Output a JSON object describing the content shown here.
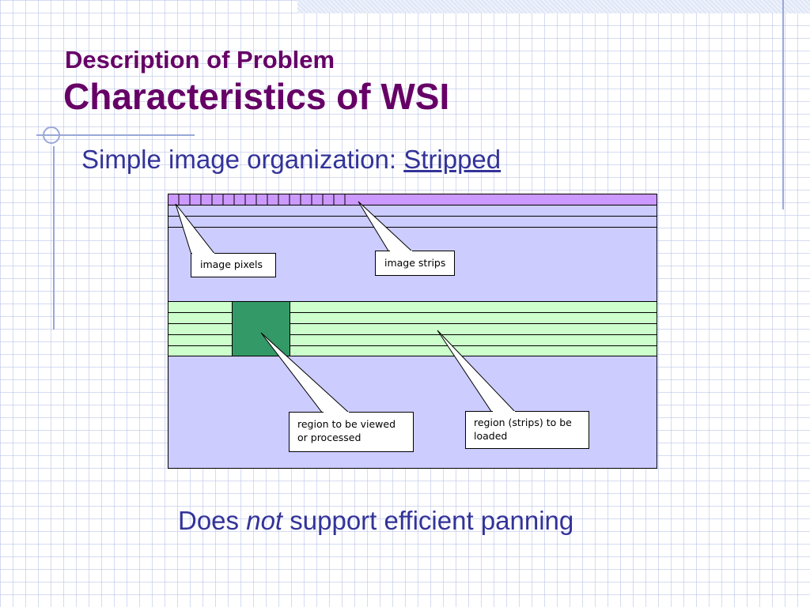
{
  "slide": {
    "title_line1": "Description of Problem",
    "title_line2": "Characteristics of WSI",
    "bullet_prefix": "Simple image organization: ",
    "bullet_term": "Stripped",
    "footer_before": "Does ",
    "footer_emphasis": "not",
    "footer_after": " support efficient panning"
  },
  "diagram": {
    "callouts": {
      "image_pixels": "image pixels",
      "image_strips": "image strips",
      "region_viewed_line1": "region to be viewed",
      "region_viewed_line2": "or processed",
      "region_loaded_line1": "region (strips) to be",
      "region_loaded_line2": "loaded"
    },
    "colors": {
      "image_background": "#ccccff",
      "top_strip": "#cc99ff",
      "loaded_strips": "#ccffcc",
      "viewed_region": "#339966",
      "title": "#660066",
      "text": "#333399"
    }
  }
}
